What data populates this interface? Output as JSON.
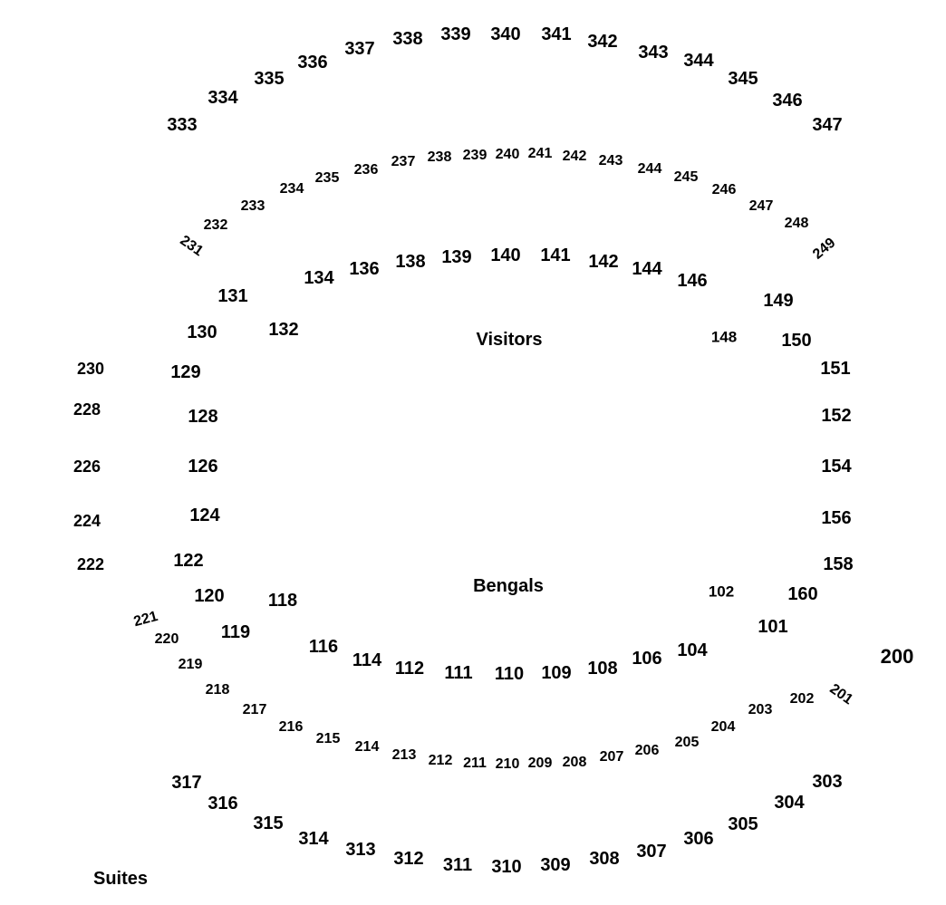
{
  "sections_300_upper": [
    "333",
    "334",
    "335",
    "336",
    "337",
    "338",
    "339",
    "340",
    "341",
    "342",
    "343",
    "344",
    "345",
    "346",
    "347"
  ],
  "sections_200_upper": [
    "231",
    "232",
    "233",
    "234",
    "235",
    "236",
    "237",
    "238",
    "239",
    "240",
    "241",
    "242",
    "243",
    "244",
    "245",
    "246",
    "247",
    "248",
    "249"
  ],
  "sections_100_upper": [
    "134",
    "136",
    "138",
    "139",
    "140",
    "141",
    "142",
    "144",
    "146"
  ],
  "sections_100_left": [
    "131",
    "132",
    "130",
    "129",
    "128",
    "126",
    "124",
    "122",
    "120",
    "118",
    "119"
  ],
  "sections_200_left": [
    "230",
    "228",
    "226",
    "224",
    "222",
    "221",
    "220",
    "219",
    "218"
  ],
  "sections_100_right": [
    "149",
    "148",
    "150",
    "151",
    "152",
    "154",
    "156",
    "158",
    "102",
    "160",
    "101"
  ],
  "sections_100_lower": [
    "116",
    "114",
    "112",
    "111",
    "110",
    "109",
    "108",
    "106",
    "104"
  ],
  "sections_200_lower": [
    "217",
    "216",
    "215",
    "214",
    "213",
    "212",
    "211",
    "210",
    "209",
    "208",
    "207",
    "206",
    "205",
    "204",
    "203",
    "202",
    "201"
  ],
  "sections_200_right": [
    "200"
  ],
  "sections_300_lower": [
    "317",
    "316",
    "315",
    "314",
    "313",
    "312",
    "311",
    "310",
    "309",
    "308",
    "307",
    "306",
    "305",
    "304",
    "303"
  ],
  "labels": {
    "visitors": "Visitors",
    "bengals": "Bengals",
    "suites": "Suites"
  }
}
